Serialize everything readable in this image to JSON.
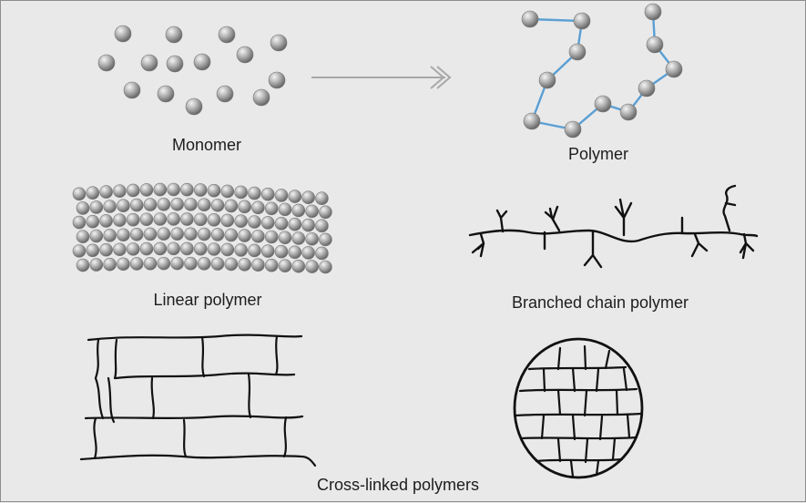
{
  "labels": {
    "monomer": "Monomer",
    "polymer": "Polymer",
    "linear": "Linear polymer",
    "branched": "Branched chain polymer",
    "crosslinked": "Cross-linked polymers"
  },
  "colors": {
    "background": "#e9e9e9",
    "bead_light": "#f2f2f2",
    "bead_mid": "#b5b5b5",
    "bead_dark": "#6e6e6e",
    "bond": "#5a9fd4",
    "arrow": "#a8a8a8",
    "line": "#111111"
  }
}
